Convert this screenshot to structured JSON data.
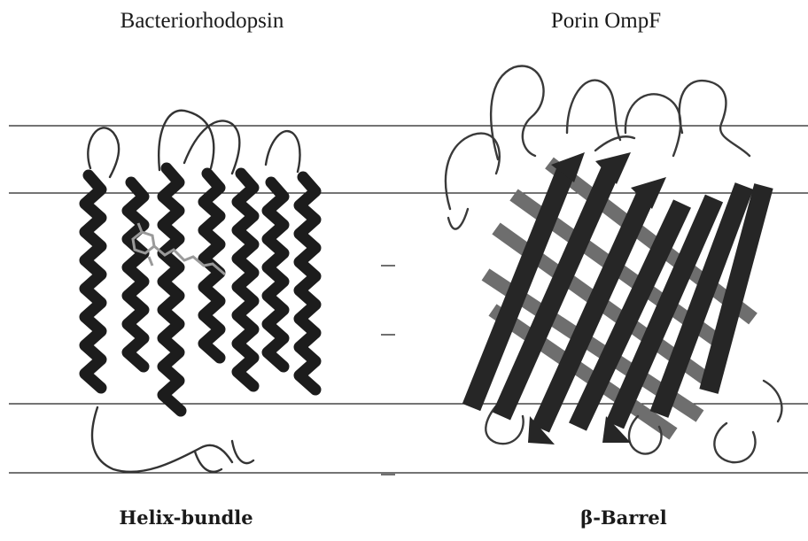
{
  "proteins": [
    {
      "name": "Bacteriorhodopsin",
      "class_label": "Helix-bundle"
    },
    {
      "name": "Porin OmpF",
      "class_label": "β-Barrel"
    }
  ]
}
